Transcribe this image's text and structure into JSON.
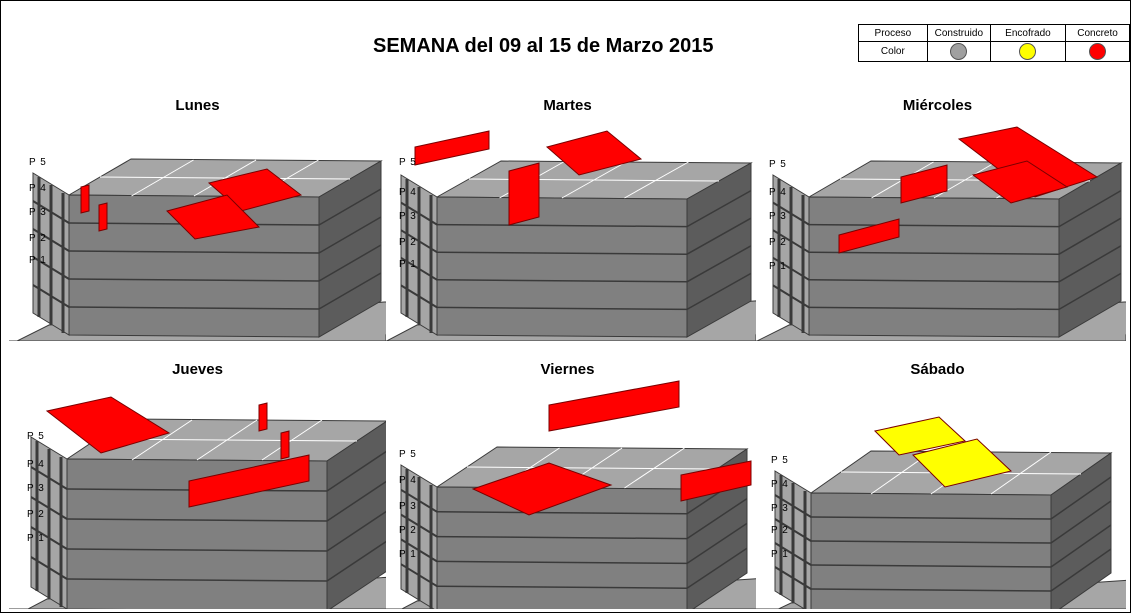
{
  "title": "SEMANA del  09 al 15 de Marzo 2015",
  "legend": {
    "header_label": "Proceso",
    "row_label": "Color",
    "items": [
      {
        "label": "Construido",
        "color": "#a0a0a0"
      },
      {
        "label": "Encofrado",
        "color": "#ffff00"
      },
      {
        "label": "Concreto",
        "color": "#ff0000"
      }
    ]
  },
  "palette": {
    "structure": "#808080",
    "structure_top": "#a6a6a6",
    "structure_dark": "#5c5c5c",
    "edge": "#3a3a3a"
  },
  "days": [
    {
      "name": "Lunes",
      "floors": [
        "P 5",
        "P 4",
        "P 3",
        "P 2",
        "P 1"
      ],
      "status": "Concreto",
      "elements": [
        "slab",
        "slab",
        "wall",
        "wall"
      ]
    },
    {
      "name": "Martes",
      "floors": [
        "P 5",
        "P 4",
        "P 3",
        "P 2",
        "P 1"
      ],
      "status": "Concreto",
      "elements": [
        "slab",
        "wall",
        "wall"
      ]
    },
    {
      "name": "Miércoles",
      "floors": [
        "P 5",
        "P 4",
        "P 3",
        "P 2",
        "P 1"
      ],
      "status": "Concreto",
      "elements": [
        "slab",
        "slab",
        "wall",
        "wall"
      ]
    },
    {
      "name": "Jueves",
      "floors": [
        "P 5",
        "P 4",
        "P 3",
        "P 2",
        "P 1"
      ],
      "status": "Concreto",
      "elements": [
        "slab",
        "wall",
        "wall",
        "wall"
      ]
    },
    {
      "name": "Viernes",
      "floors": [
        "P 5",
        "P 4",
        "P 3",
        "P 2",
        "P 1"
      ],
      "status": "Concreto",
      "elements": [
        "slab",
        "wall",
        "wall"
      ]
    },
    {
      "name": "Sábado",
      "floors": [
        "P 5",
        "P 4",
        "P 3",
        "P 2",
        "P 1"
      ],
      "status": "Encofrado",
      "elements": [
        "slab",
        "slab"
      ]
    }
  ]
}
